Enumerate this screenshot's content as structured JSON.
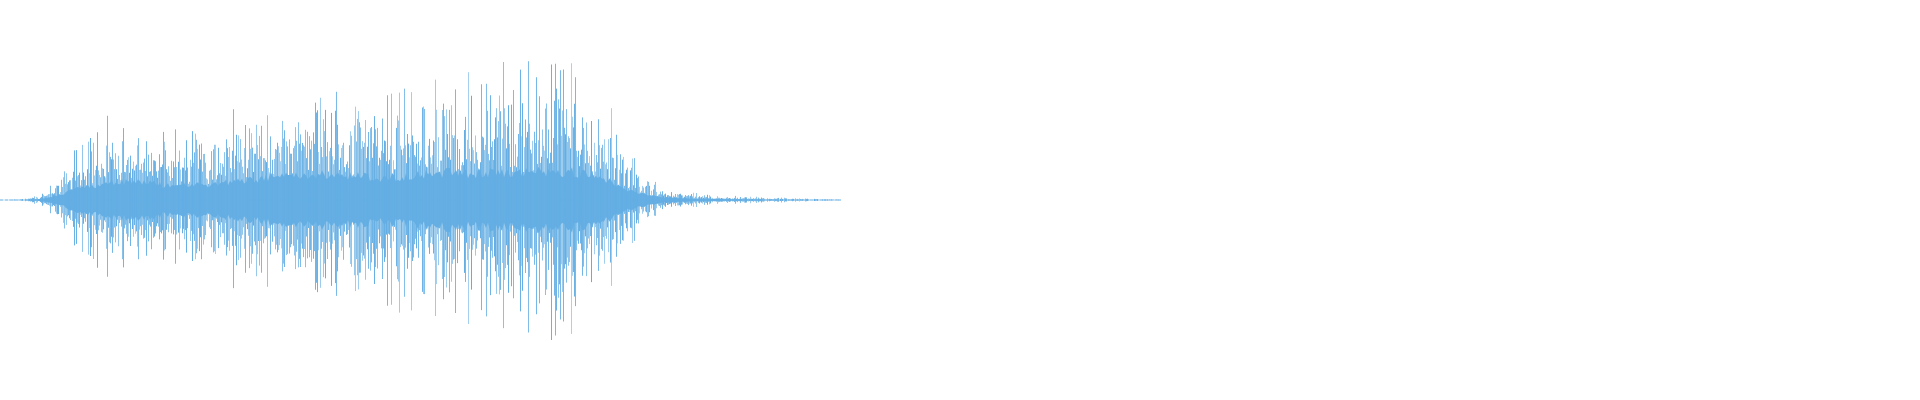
{
  "waveform": {
    "color": "#62ADE3",
    "background": "#FFFFFF",
    "envelope": [
      [
        0.0,
        0.0
      ],
      [
        0.01,
        0.005
      ],
      [
        0.02,
        0.02
      ],
      [
        0.028,
        0.08
      ],
      [
        0.04,
        0.26
      ],
      [
        0.06,
        0.42
      ],
      [
        0.075,
        0.45
      ],
      [
        0.085,
        0.33
      ],
      [
        0.11,
        0.36
      ],
      [
        0.14,
        0.52
      ],
      [
        0.17,
        0.6
      ],
      [
        0.2,
        0.52
      ],
      [
        0.23,
        0.64
      ],
      [
        0.26,
        0.62
      ],
      [
        0.28,
        0.68
      ],
      [
        0.3,
        0.64
      ],
      [
        0.315,
        0.52
      ],
      [
        0.326,
        0.24
      ],
      [
        0.335,
        0.14
      ],
      [
        0.345,
        0.06
      ],
      [
        0.36,
        0.035
      ],
      [
        0.38,
        0.02
      ],
      [
        0.41,
        0.01
      ],
      [
        0.437,
        0.004
      ],
      [
        0.438,
        0.0
      ],
      [
        1.0,
        0.0
      ]
    ]
  }
}
